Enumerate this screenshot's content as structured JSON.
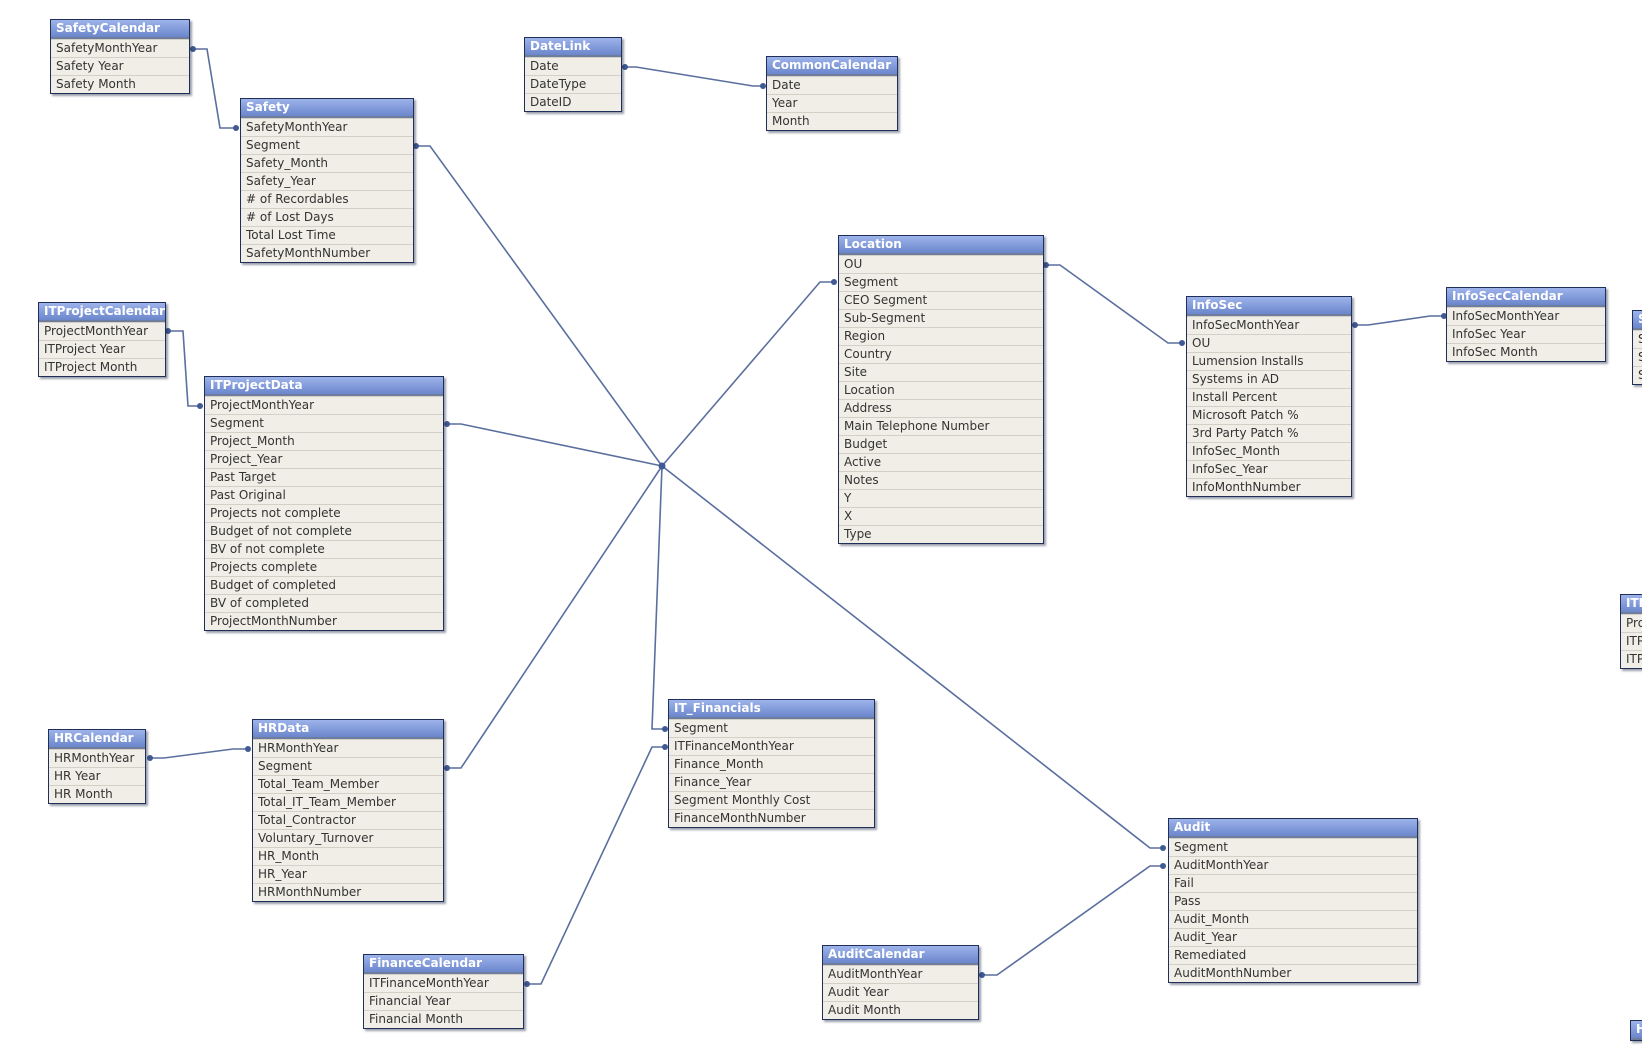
{
  "tables": [
    {
      "id": "t-safetycalendar",
      "name": "SafetyCalendar",
      "fields": [
        "SafetyMonthYear",
        "Safety Year",
        "Safety Month"
      ]
    },
    {
      "id": "t-safety",
      "name": "Safety",
      "fields": [
        "SafetyMonthYear",
        "Segment",
        "Safety_Month",
        "Safety_Year",
        "# of Recordables",
        "# of Lost Days",
        "Total Lost Time",
        "SafetyMonthNumber"
      ]
    },
    {
      "id": "t-datelink",
      "name": "DateLink",
      "fields": [
        "Date",
        "DateType",
        "DateID"
      ]
    },
    {
      "id": "t-commoncalendar",
      "name": "CommonCalendar",
      "fields": [
        "Date",
        "Year",
        "Month"
      ]
    },
    {
      "id": "t-location",
      "name": "Location",
      "fields": [
        "OU",
        "Segment",
        "CEO Segment",
        "Sub-Segment",
        "Region",
        "Country",
        "Site",
        "Location",
        "Address",
        "Main Telephone Number",
        "Budget",
        "Active",
        "Notes",
        "Y",
        "X",
        "Type"
      ]
    },
    {
      "id": "t-infosec",
      "name": "InfoSec",
      "fields": [
        "InfoSecMonthYear",
        "OU",
        "Lumension Installs",
        "Systems in AD",
        "Install Percent",
        "Microsoft Patch %",
        "3rd Party Patch %",
        "InfoSec_Month",
        "InfoSec_Year",
        "InfoMonthNumber"
      ]
    },
    {
      "id": "t-infoseccalendar",
      "name": "InfoSecCalendar",
      "fields": [
        "InfoSecMonthYear",
        "InfoSec Year",
        "InfoSec Month"
      ]
    },
    {
      "id": "t-itprojectcalendar",
      "name": "ITProjectCalendar",
      "fields": [
        "ProjectMonthYear",
        "ITProject Year",
        "ITProject Month"
      ]
    },
    {
      "id": "t-itprojectdata",
      "name": "ITProjectData",
      "fields": [
        "ProjectMonthYear",
        "Segment",
        "Project_Month",
        "Project_Year",
        "Past Target",
        "Past Original",
        "Projects not complete",
        "Budget of not complete",
        "BV of not complete",
        "Projects complete",
        "Budget of completed",
        "BV of completed",
        "ProjectMonthNumber"
      ]
    },
    {
      "id": "t-hrcalendar",
      "name": "HRCalendar",
      "fields": [
        "HRMonthYear",
        "HR Year",
        "HR Month"
      ]
    },
    {
      "id": "t-hrdata",
      "name": "HRData",
      "fields": [
        "HRMonthYear",
        "Segment",
        "Total_Team_Member",
        "Total_IT_Team_Member",
        "Total_Contractor",
        "Voluntary_Turnover",
        "HR_Month",
        "HR_Year",
        "HRMonthNumber"
      ]
    },
    {
      "id": "t-itfinancials",
      "name": "IT_Financials",
      "fields": [
        "Segment",
        "ITFinanceMonthYear",
        "Finance_Month",
        "Finance_Year",
        "Segment Monthly Cost",
        "FinanceMonthNumber"
      ]
    },
    {
      "id": "t-financecalendar",
      "name": "FinanceCalendar",
      "fields": [
        "ITFinanceMonthYear",
        "Financial Year",
        "Financial Month"
      ]
    },
    {
      "id": "t-audit",
      "name": "Audit",
      "fields": [
        "Segment",
        "AuditMonthYear",
        "Fail",
        "Pass",
        "Audit_Month",
        "Audit_Year",
        "Remediated",
        "AuditMonthNumber"
      ]
    },
    {
      "id": "t-auditcalendar",
      "name": "AuditCalendar",
      "fields": [
        "AuditMonthYear",
        "Audit Year",
        "Audit Month"
      ]
    },
    {
      "id": "t-partial-1",
      "name": "S",
      "fields": [
        "S",
        "S",
        "S"
      ]
    },
    {
      "id": "t-partial-2",
      "name": "ITP",
      "fields": [
        "Pro",
        "ITP",
        "ITP"
      ]
    },
    {
      "id": "t-partial-3",
      "name": "H",
      "fields": []
    }
  ],
  "links": [
    {
      "from": "SafetyCalendar.SafetyMonthYear",
      "to": "Safety.SafetyMonthYear"
    },
    {
      "from": "DateLink.Date",
      "to": "CommonCalendar.Date"
    },
    {
      "from": "Safety.Segment",
      "to": "Segment"
    },
    {
      "from": "ITProjectData.Segment",
      "to": "Segment"
    },
    {
      "from": "HRData.Segment",
      "to": "Segment"
    },
    {
      "from": "IT_Financials.Segment",
      "to": "Segment"
    },
    {
      "from": "Location.Segment",
      "to": "Segment"
    },
    {
      "from": "Audit.Segment",
      "to": "Segment"
    },
    {
      "from": "Location.OU",
      "to": "InfoSec.OU"
    },
    {
      "from": "InfoSec.InfoSecMonthYear",
      "to": "InfoSecCalendar.InfoSecMonthYear"
    },
    {
      "from": "ITProjectCalendar.ProjectMonthYear",
      "to": "ITProjectData.ProjectMonthYear"
    },
    {
      "from": "HRCalendar.HRMonthYear",
      "to": "HRData.HRMonthYear"
    },
    {
      "from": "FinanceCalendar.ITFinanceMonthYear",
      "to": "IT_Financials.ITFinanceMonthYear"
    },
    {
      "from": "AuditCalendar.AuditMonthYear",
      "to": "Audit.AuditMonthYear"
    }
  ]
}
